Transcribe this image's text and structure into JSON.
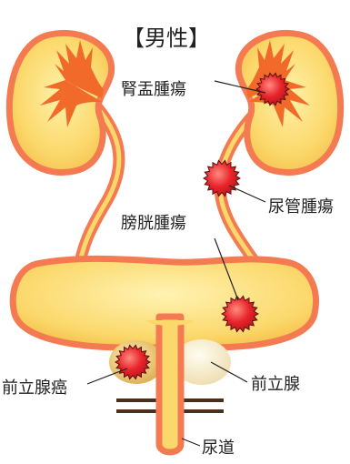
{
  "title": "【男性】",
  "labels": {
    "renal_pelvis_tumor": "腎盂腫瘍",
    "ureter_tumor": "尿管腫瘍",
    "bladder_tumor": "膀胱腫瘍",
    "prostate_cancer": "前立腺癌",
    "prostate": "前立腺",
    "urethra": "尿道"
  },
  "colors": {
    "organ_fill": "#fbd86b",
    "organ_outline": "#f47a52",
    "renal_inner": "#f26a2a",
    "tumor": "#e8242a",
    "prostate": "#efc46a",
    "text": "#222222",
    "bars": "#4a2f1a"
  }
}
